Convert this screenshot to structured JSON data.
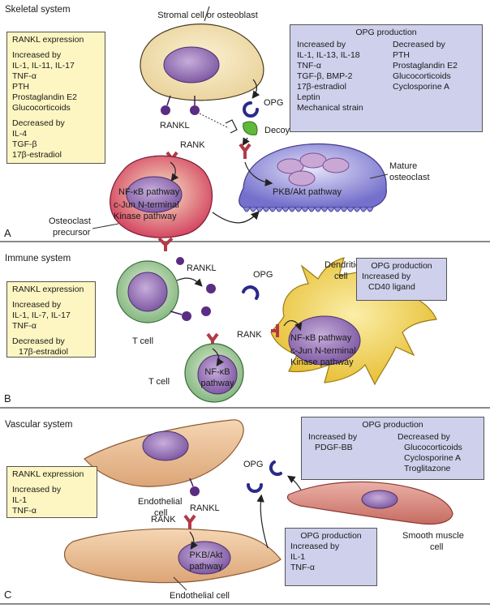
{
  "panelA": {
    "section": "Skeletal system",
    "letter": "A",
    "stromal_label": "Stromal cell or osteoblast",
    "opg": "OPG",
    "rankl": "RANKL",
    "decoy": "Decoy",
    "rank": "RANK",
    "nfkb": "NF-κB pathway",
    "jnk1": "c-Jun N-terminal",
    "jnk2": "Kinase pathway",
    "precursor1": "Osteoclast",
    "precursor2": "precursor",
    "pkb": "PKB/Akt pathway",
    "mature1": "Mature",
    "mature2": "osteoclast",
    "rankl_box": {
      "title": "RANKL expression",
      "inc_title": "Increased by",
      "inc": [
        "IL-1, IL-11, IL-17",
        "TNF-α",
        "PTH",
        "Prostaglandin E2",
        "Glucocorticoids"
      ],
      "dec_title": "Decreased by",
      "dec": [
        "IL-4",
        "TGF-β",
        "17β-estradiol"
      ]
    },
    "opg_box": {
      "title": "OPG production",
      "inc_title": "Increased by",
      "inc": [
        "IL-1, IL-13, IL-18",
        "TNF-α",
        "TGF-β, BMP-2",
        "17β-estradiol",
        "Leptin",
        "Mechanical strain"
      ],
      "dec_title": "Decreased by",
      "dec": [
        "PTH",
        "Prostaglandin E2",
        "Glucocorticoids",
        "Cyclosporine A"
      ]
    }
  },
  "panelB": {
    "section": "Immune system",
    "letter": "B",
    "rankl": "RANKL",
    "opg": "OPG",
    "dendritic1": "Dendritic",
    "dendritic2": "cell",
    "tcell1": "T cell",
    "tcell2": "T cell",
    "rank": "RANK",
    "nfkb": "NF-κB pathway",
    "jnk1": "c-Jun N-terminal",
    "jnk2": "Kinase pathway",
    "nfkb2a": "NF-κB",
    "nfkb2b": "pathway",
    "opg_box": {
      "title": "OPG production",
      "inc_title": "Increased by",
      "inc": [
        "CD40 ligand"
      ]
    },
    "rankl_box": {
      "title": "RANKL expression",
      "inc_title": "Increased by",
      "inc": [
        "IL-1, IL-7, IL-17",
        "TNF-α"
      ],
      "dec_title": "Decreased by",
      "dec": [
        "17β-estradiol"
      ]
    }
  },
  "panelC": {
    "section": "Vascular system",
    "letter": "C",
    "endo1a": "Endothelial",
    "endo1b": "cell",
    "rankl": "RANKL",
    "opg": "OPG",
    "rank": "RANK",
    "pkb1": "PKB/Akt",
    "pkb2": "pathway",
    "endo2": "Endothelial cell",
    "smooth1": "Smooth muscle",
    "smooth2": "cell",
    "rankl_box": {
      "title": "RANKL expression",
      "inc_title": "Increased by",
      "inc": [
        "IL-1",
        "TNF-α"
      ]
    },
    "opg_box": {
      "title": "OPG production",
      "inc_title": "Increased by",
      "inc": [
        "PDGF-BB"
      ],
      "dec_title": "Decreased by",
      "dec": [
        "Glucocorticoids",
        "Cyclosporine A",
        "Troglitazone"
      ]
    },
    "opg_box2": {
      "title": "OPG production",
      "inc_title": "Increased by",
      "inc": [
        "IL-1",
        "TNF-α"
      ]
    }
  },
  "colors": {
    "yellow_box": "#fdf6c2",
    "lavender_box": "#cfd0ec",
    "stromal_cell": "#f3e2b4",
    "nucleus": "#9a78b6",
    "rankl_ball": "#5b2c83",
    "rank_receptor": "#b23a48",
    "opg": "#2a2a8a",
    "decoy": "#5fb83a",
    "osteoclast": "#8a88d8",
    "tcell": "#a6cc9c",
    "dendritic": "#f0d25a",
    "endothelial": "#e8b98c",
    "smooth_muscle": "#d98880"
  }
}
